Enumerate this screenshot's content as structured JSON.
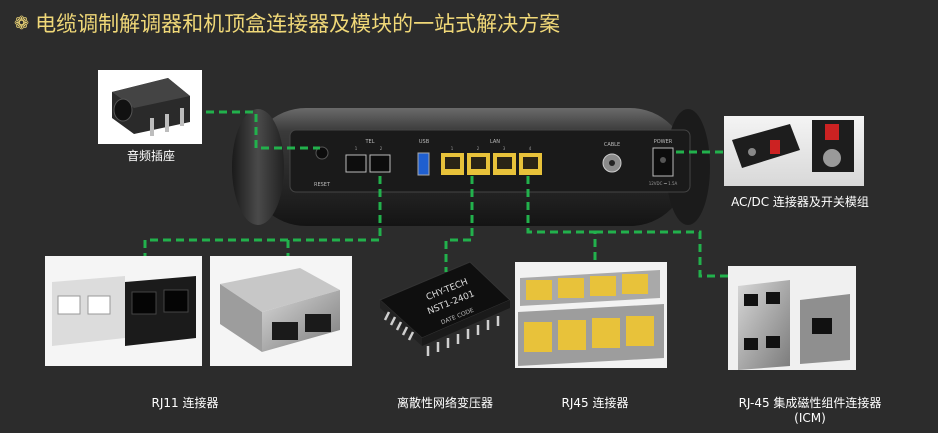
{
  "title": "电缆调制解调器和机顶盒连接器及模块的一站式解决方案",
  "title_icon": "spiral-bullet-icon",
  "device": {
    "port_labels": {
      "reset": "RESET",
      "tel": "TEL",
      "usb": "USB",
      "lan": "LAN",
      "lan_numbers": [
        "1",
        "2",
        "3",
        "4"
      ],
      "tel_numbers": [
        "1",
        "2"
      ],
      "cable": "CABLE",
      "power": "POWER",
      "power_spec": "12VDC ⎓ 1.5A"
    }
  },
  "chip_markings": {
    "brand": "CHY-TECH",
    "part": "NST1-2401",
    "date": "DATE CODE"
  },
  "labels": {
    "audio_jack": "音频插座",
    "acdc": "AC/DC 连接器及开关模组",
    "rj11": "RJ11 连接器",
    "transformer": "离散性网络变压器",
    "rj45": "RJ45 连接器",
    "icm": "RJ-45 集成磁性组件连接器(ICM)"
  },
  "colors": {
    "background": "#2c2c2c",
    "title": "#f0d878",
    "wire": "#22b14c",
    "label": "#ffffff",
    "lan_port": "#e8c23a"
  }
}
